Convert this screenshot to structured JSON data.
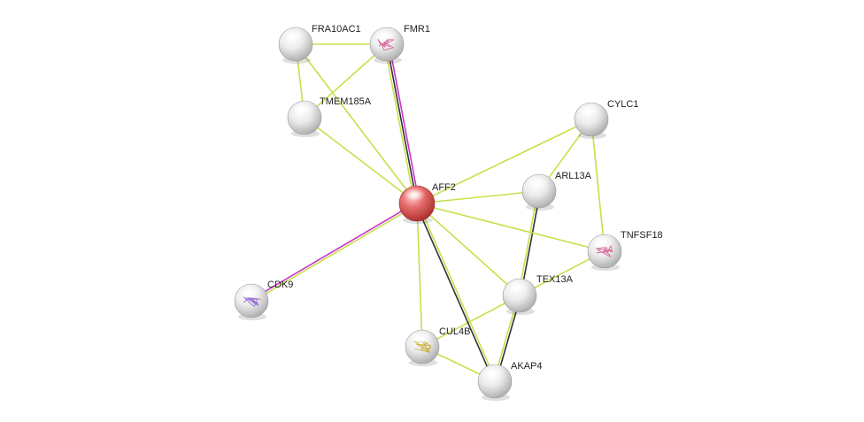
{
  "colors": {
    "textmining": "#c6e04a",
    "experimental": "#cc33cc",
    "coexpression": "#333333",
    "node_default": "#e0e0e0",
    "node_query": "#e05050"
  },
  "nodes": [
    {
      "id": "AFF2",
      "label": "AFF2",
      "query": true
    },
    {
      "id": "FRA10AC1",
      "label": "FRA10AC1"
    },
    {
      "id": "FMR1",
      "label": "FMR1",
      "structure": "pink-structure-icon"
    },
    {
      "id": "TMEM185A",
      "label": "TMEM185A"
    },
    {
      "id": "CYLC1",
      "label": "CYLC1"
    },
    {
      "id": "ARL13A",
      "label": "ARL13A"
    },
    {
      "id": "TNFSF18",
      "label": "TNFSF18",
      "structure": "pink-structure-icon"
    },
    {
      "id": "CDK9",
      "label": "CDK9",
      "structure": "purple-structure-icon"
    },
    {
      "id": "TEX13A",
      "label": "TEX13A"
    },
    {
      "id": "CUL4B",
      "label": "CUL4B",
      "structure": "yellow-structure-icon"
    },
    {
      "id": "AKAP4",
      "label": "AKAP4"
    }
  ],
  "edges": [
    {
      "source": "FRA10AC1",
      "target": "FMR1",
      "types": [
        "textmining"
      ]
    },
    {
      "source": "FRA10AC1",
      "target": "TMEM185A",
      "types": [
        "textmining"
      ]
    },
    {
      "source": "FRA10AC1",
      "target": "AFF2",
      "types": [
        "textmining"
      ]
    },
    {
      "source": "FMR1",
      "target": "TMEM185A",
      "types": [
        "textmining"
      ]
    },
    {
      "source": "FMR1",
      "target": "AFF2",
      "types": [
        "experimental",
        "coexpression",
        "textmining"
      ]
    },
    {
      "source": "TMEM185A",
      "target": "AFF2",
      "types": [
        "textmining"
      ]
    },
    {
      "source": "CYLC1",
      "target": "AFF2",
      "types": [
        "textmining"
      ]
    },
    {
      "source": "CYLC1",
      "target": "ARL13A",
      "types": [
        "textmining"
      ]
    },
    {
      "source": "CYLC1",
      "target": "TNFSF18",
      "types": [
        "textmining"
      ]
    },
    {
      "source": "ARL13A",
      "target": "AFF2",
      "types": [
        "textmining"
      ]
    },
    {
      "source": "ARL13A",
      "target": "TEX13A",
      "types": [
        "coexpression",
        "textmining"
      ]
    },
    {
      "source": "TNFSF18",
      "target": "AFF2",
      "types": [
        "textmining"
      ]
    },
    {
      "source": "TNFSF18",
      "target": "TEX13A",
      "types": [
        "textmining"
      ]
    },
    {
      "source": "CDK9",
      "target": "AFF2",
      "types": [
        "experimental",
        "textmining"
      ]
    },
    {
      "source": "TEX13A",
      "target": "AFF2",
      "types": [
        "textmining"
      ]
    },
    {
      "source": "TEX13A",
      "target": "CUL4B",
      "types": [
        "textmining"
      ]
    },
    {
      "source": "TEX13A",
      "target": "AKAP4",
      "types": [
        "coexpression",
        "textmining"
      ]
    },
    {
      "source": "CUL4B",
      "target": "AFF2",
      "types": [
        "textmining"
      ]
    },
    {
      "source": "CUL4B",
      "target": "AKAP4",
      "types": [
        "textmining"
      ]
    },
    {
      "source": "AKAP4",
      "target": "AFF2",
      "types": [
        "coexpression",
        "textmining"
      ]
    }
  ]
}
